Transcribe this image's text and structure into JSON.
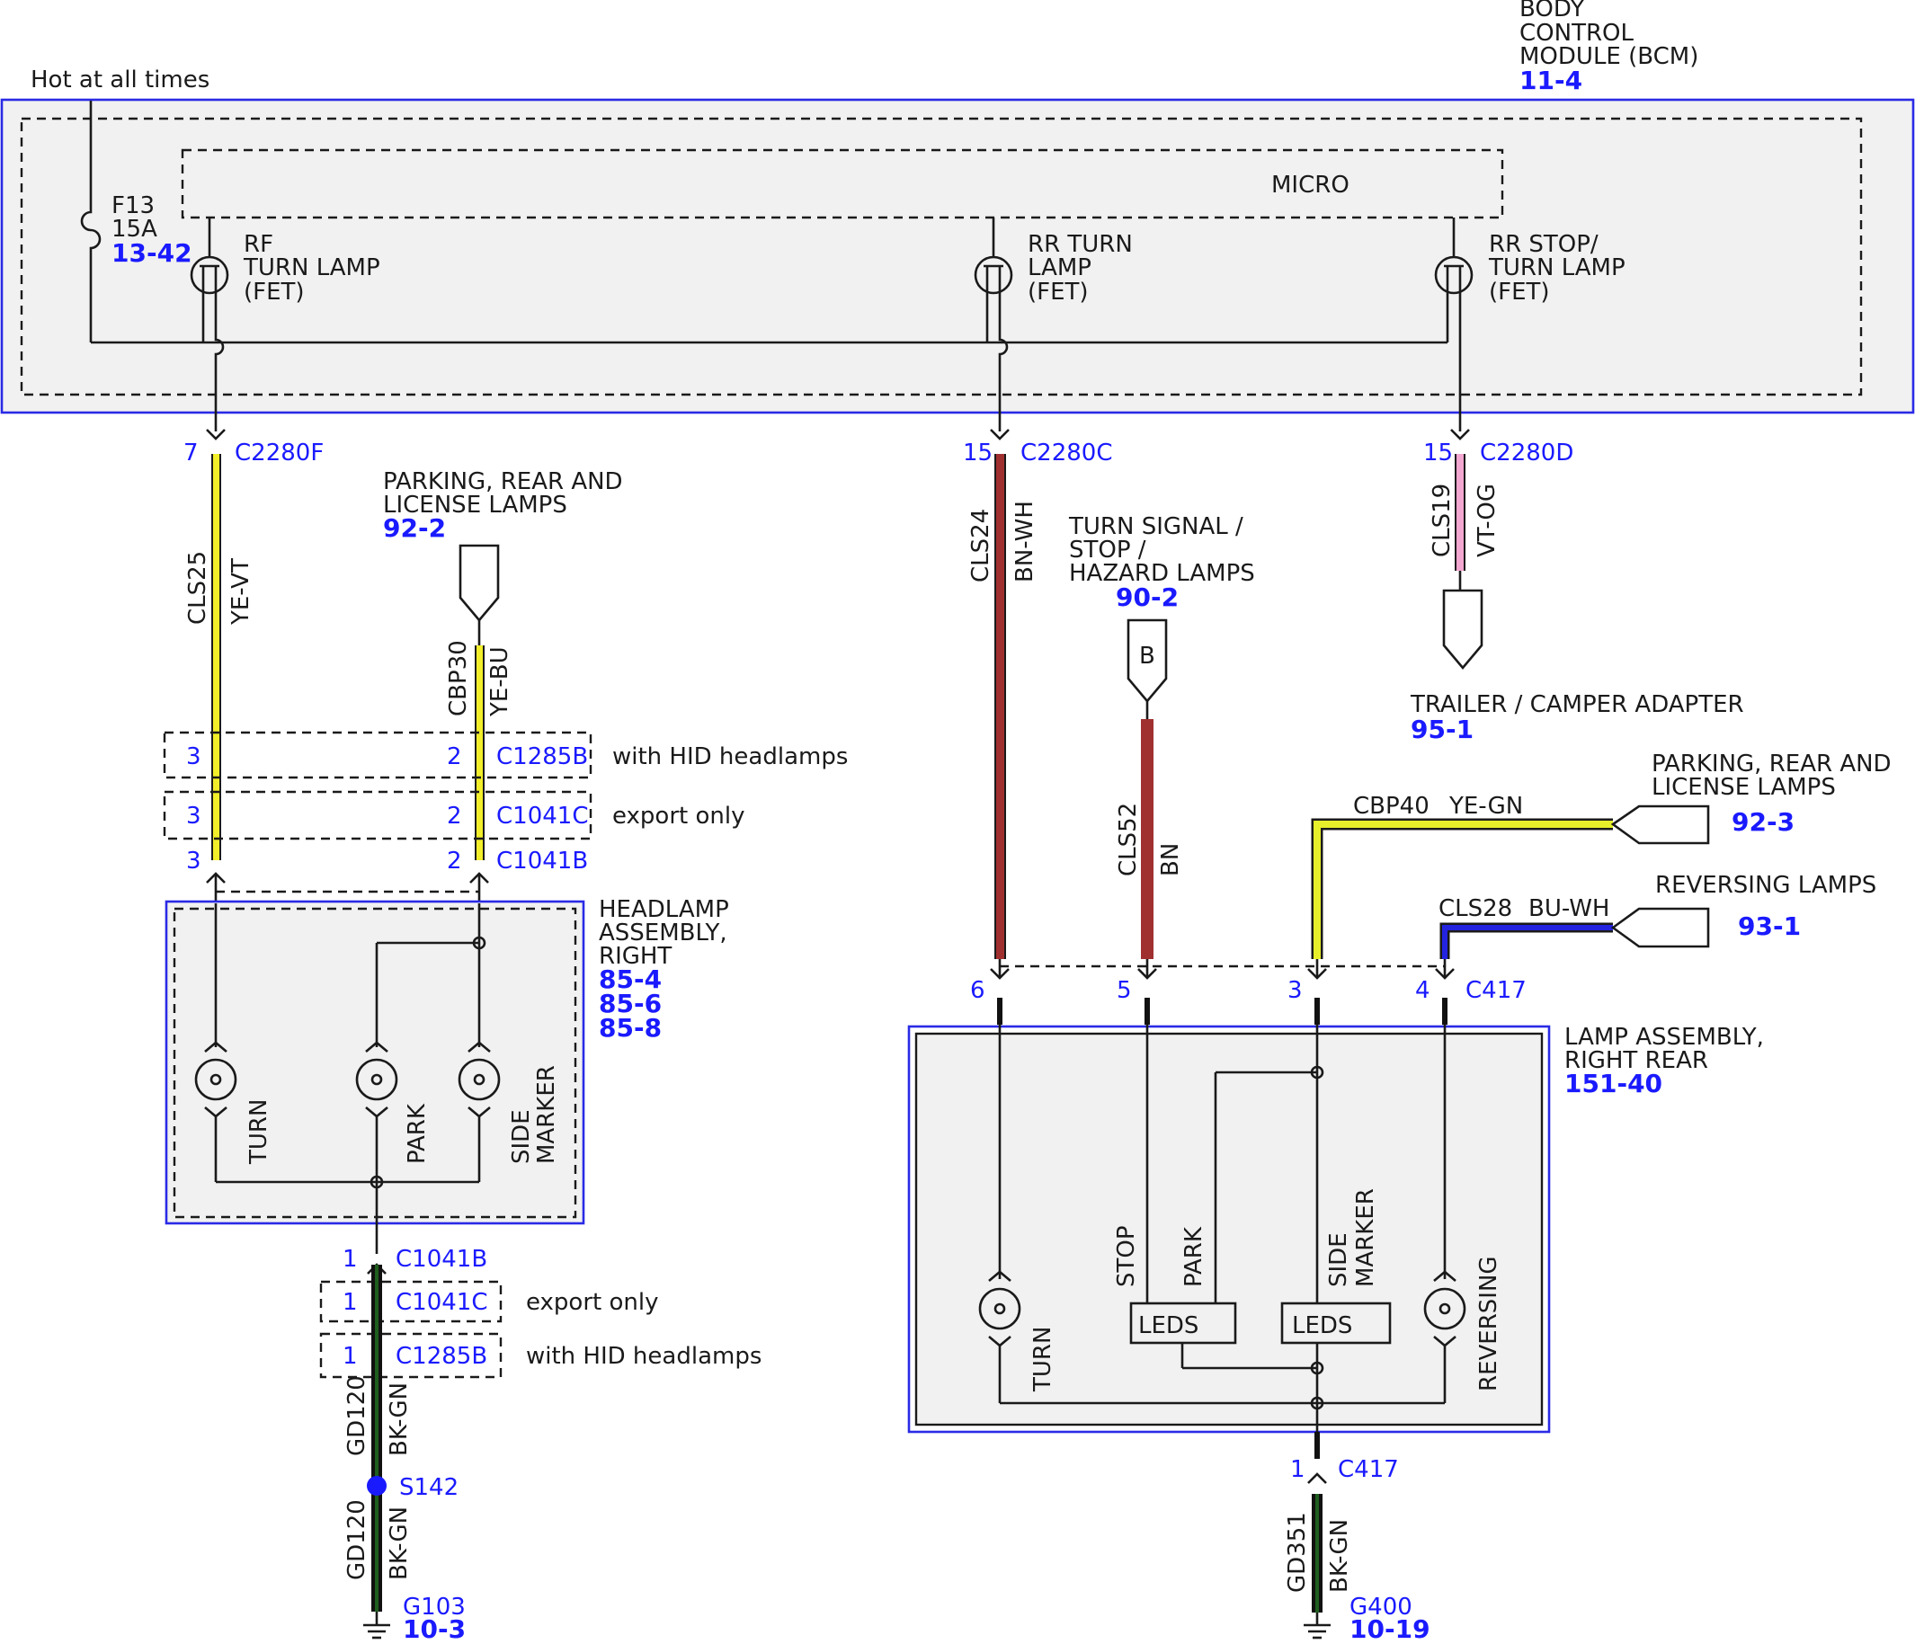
{
  "hot_label": "Hot at all times",
  "bcm": {
    "line1": "BODY",
    "line2": "CONTROL",
    "line3": "MODULE (BCM)",
    "ref": "11-4"
  },
  "micro_label": "MICRO",
  "fuse": {
    "name": "F13",
    "rating": "15A",
    "ref": "13-42"
  },
  "fets": {
    "rf": {
      "line1": "RF",
      "line2": "TURN LAMP",
      "line3": "(FET)"
    },
    "rr": {
      "line1": "RR TURN",
      "line2": "LAMP",
      "line3": "(FET)"
    },
    "stop": {
      "line1": "RR STOP/",
      "line2": "TURN LAMP",
      "line3": "(FET)"
    }
  },
  "connectors": {
    "c2280f": {
      "pin": "7",
      "name": "C2280F"
    },
    "c2280c": {
      "pin": "15",
      "name": "C2280C"
    },
    "c2280d": {
      "pin": "15",
      "name": "C2280D"
    },
    "c1285b_top": {
      "pin_a": "3",
      "pin_b": "2",
      "name": "C1285B",
      "note": "with HID headlamps"
    },
    "c1041c_top": {
      "pin_a": "3",
      "pin_b": "2",
      "name": "C1041C",
      "note": "export only"
    },
    "c1041b_top": {
      "pin_a": "3",
      "pin_b": "2",
      "name": "C1041B"
    },
    "c1041b_bot": {
      "pin": "1",
      "name": "C1041B"
    },
    "c1041c_bot": {
      "pin": "1",
      "name": "C1041C",
      "note": "export only"
    },
    "c1285b_bot": {
      "pin": "1",
      "name": "C1285B",
      "note": "with HID headlamps"
    },
    "c417_top": {
      "pin6": "6",
      "pin5": "5",
      "pin3": "3",
      "pin4": "4",
      "name": "C417"
    },
    "c417_bot": {
      "pin": "1",
      "name": "C417"
    }
  },
  "wires": {
    "cls25": {
      "circuit": "CLS25",
      "color": "YE-VT",
      "hex": "#f2ee2a"
    },
    "cbp30": {
      "circuit": "CBP30",
      "color": "YE-BU",
      "hex": "#f2ee2a"
    },
    "cls24": {
      "circuit": "CLS24",
      "color": "BN-WH",
      "hex": "#a03030"
    },
    "cls52": {
      "circuit": "CLS52",
      "color": "BN",
      "hex": "#a03030"
    },
    "cls19": {
      "circuit": "CLS19",
      "color": "VT-OG",
      "hex": "#f2a6d0"
    },
    "cbp40": {
      "circuit": "CBP40",
      "color": "YE-GN",
      "hex": "#e6ef2a"
    },
    "cls28": {
      "circuit": "CLS28",
      "color": "BU-WH",
      "hex": "#2323e0"
    },
    "gd120_a": {
      "circuit": "GD120",
      "color": "BK-GN",
      "hex": "#1e5e1e"
    },
    "gd120_b": {
      "circuit": "GD120",
      "color": "BK-GN",
      "hex": "#1e5e1e"
    },
    "gd351": {
      "circuit": "GD351",
      "color": "BK-GN",
      "hex": "#1e5e1e"
    }
  },
  "refs": {
    "parking_a": {
      "line1": "PARKING, REAR AND",
      "line2": "LICENSE LAMPS",
      "ref": "92-2"
    },
    "turn_signal": {
      "line1": "TURN SIGNAL /",
      "line2": "STOP /",
      "line3": "HAZARD LAMPS",
      "ref": "90-2",
      "connector_letter": "B"
    },
    "trailer": {
      "line1": "TRAILER / CAMPER ADAPTER",
      "ref": "95-1"
    },
    "parking_b": {
      "line1": "PARKING, REAR AND",
      "line2": "LICENSE LAMPS",
      "ref": "92-3"
    },
    "reversing": {
      "line1": "REVERSING LAMPS",
      "ref": "93-1"
    }
  },
  "headlamp": {
    "line1": "HEADLAMP",
    "line2": "ASSEMBLY,",
    "line3": "RIGHT",
    "ref1": "85-4",
    "ref2": "85-6",
    "ref3": "85-8",
    "turn": "TURN",
    "park": "PARK",
    "side1": "SIDE",
    "side2": "MARKER"
  },
  "lamp_rear": {
    "line1": "LAMP ASSEMBLY,",
    "line2": "RIGHT REAR",
    "ref": "151-40",
    "turn": "TURN",
    "stop": "STOP",
    "park": "PARK",
    "side1": "SIDE",
    "side2": "MARKER",
    "reversing": "REVERSING",
    "leds1": "LEDS",
    "leds2": "LEDS"
  },
  "splice": {
    "name": "S142"
  },
  "grounds": {
    "g103": {
      "name": "G103",
      "ref": "10-3"
    },
    "g400": {
      "name": "G400",
      "ref": "10-19"
    }
  },
  "colors": {
    "accent_blue": "#1a1aff",
    "module_fill": "#f1f1f1"
  }
}
